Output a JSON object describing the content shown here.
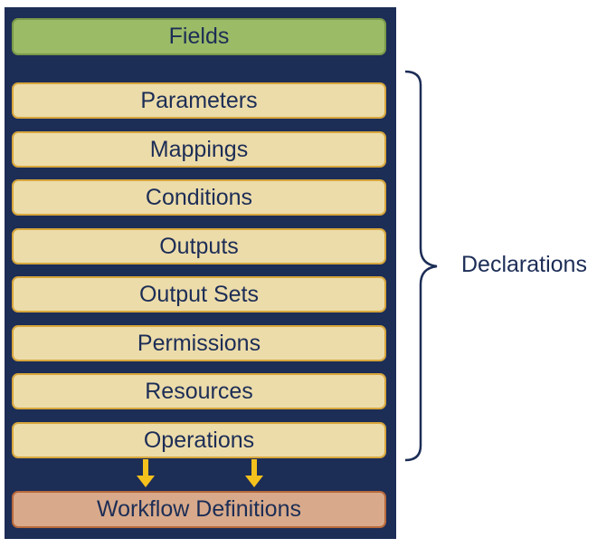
{
  "fields": {
    "label": "Fields"
  },
  "declarations": {
    "label": "Declarations",
    "items": [
      {
        "label": "Parameters"
      },
      {
        "label": "Mappings"
      },
      {
        "label": "Conditions"
      },
      {
        "label": "Outputs"
      },
      {
        "label": "Output Sets"
      },
      {
        "label": "Permissions"
      },
      {
        "label": "Resources"
      },
      {
        "label": "Operations"
      }
    ]
  },
  "workflow": {
    "label": "Workflow Definitions"
  },
  "colors": {
    "panel": "#1c2d56",
    "fields_fill": "#9bbb67",
    "declaration_fill": "#ecdcaa",
    "declaration_border": "#d7a63c",
    "workflow_fill": "#d8aa8b",
    "arrow": "#f5c11c",
    "text": "#1c2d56"
  }
}
